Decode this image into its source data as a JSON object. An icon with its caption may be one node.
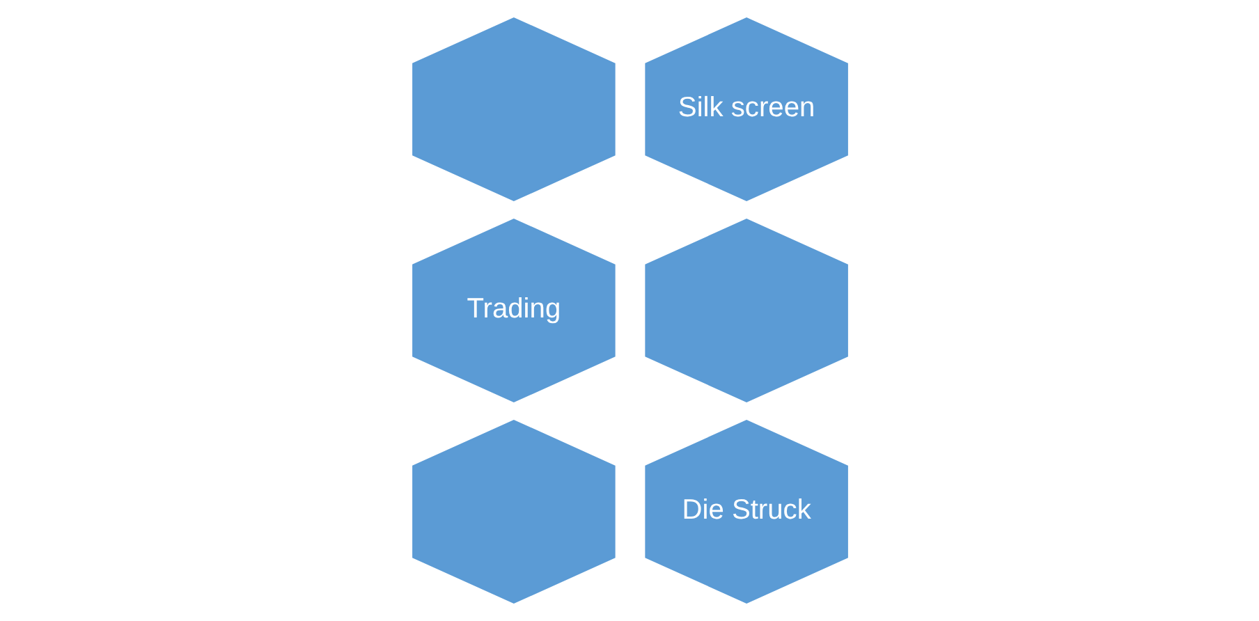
{
  "diagram": {
    "nodes": [
      {
        "text": [],
        "shape": "hexagon"
      },
      {
        "text": [
          "Silk screen"
        ]
      },
      {
        "text": [
          "Trading"
        ]
      },
      {
        "text": [],
        "shape": "hexagon"
      },
      {
        "text": [],
        "shape": "hexagon"
      },
      {
        "text": [
          "Die Struck"
        ]
      }
    ]
  }
}
